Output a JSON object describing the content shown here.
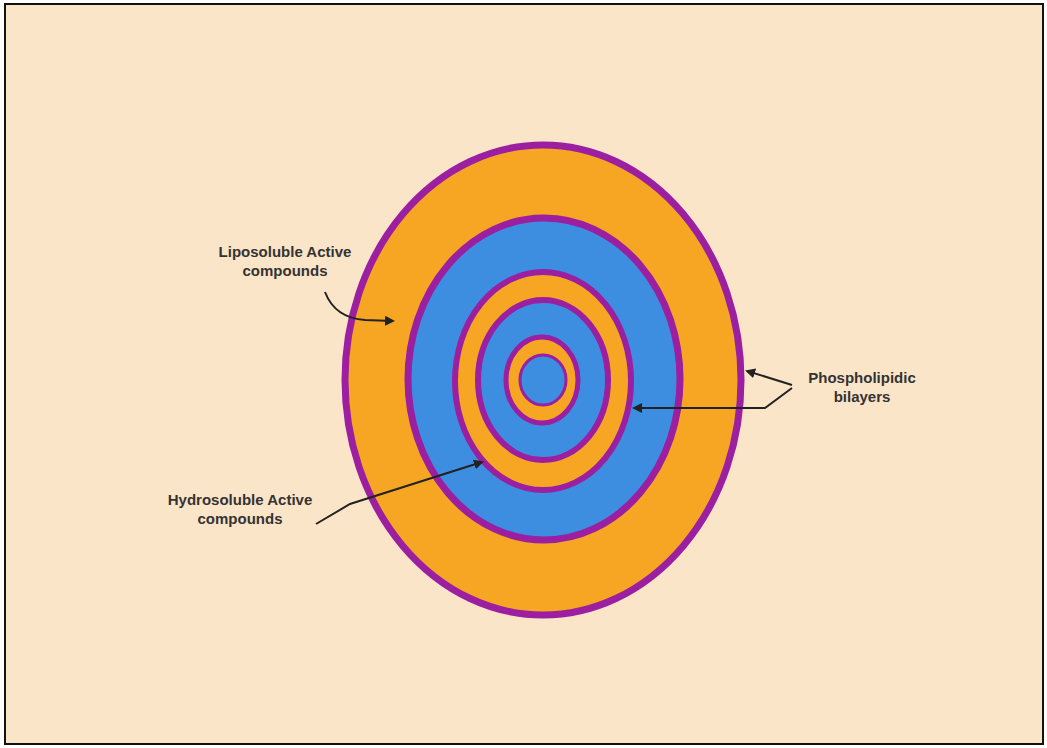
{
  "diagram": {
    "labels": [
      "Liposoluble Active compounds",
      "Hydrosoluble Active compounds",
      "Phospholipidic bilayers"
    ]
  }
}
